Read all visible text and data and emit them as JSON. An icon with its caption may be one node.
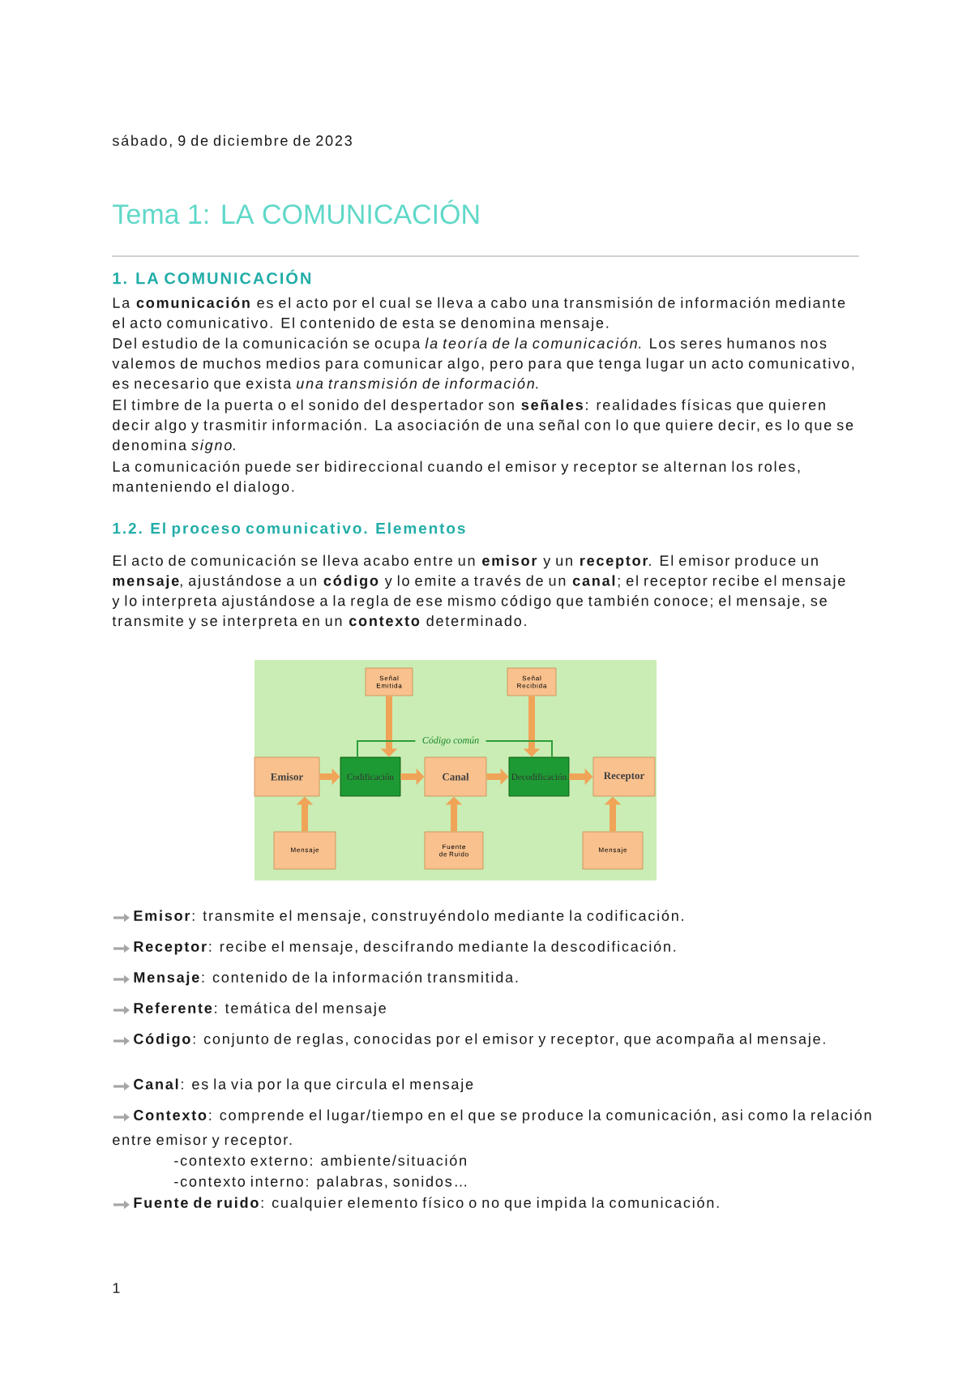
{
  "diagram": {
    "title": "Tema 1: LA COMUNICACIÓN",
    "nodes": [
      {
        "text": [
          "Señal Emitida"
        ]
      },
      {
        "text": [
          "Señal Recibida"
        ]
      },
      {
        "text": [
          "Código común"
        ]
      },
      {
        "text": [
          "Emisor"
        ]
      },
      {
        "text": [
          "Codificación"
        ]
      },
      {
        "text": [
          "Canal"
        ]
      },
      {
        "text": [
          "Decodificación"
        ]
      },
      {
        "text": [
          "Receptor"
        ]
      },
      {
        "text": [
          "Mensaje"
        ]
      },
      {
        "text": [
          "Fuente de Ruido"
        ]
      },
      {
        "text": [
          "Mensaje"
        ]
      }
    ],
    "edges": [
      {
        "from": 3,
        "to": 4,
        "arrow": "to"
      },
      {
        "from": 4,
        "to": 5,
        "arrow": "to"
      },
      {
        "from": 5,
        "to": 6,
        "arrow": "to"
      },
      {
        "from": 6,
        "to": 7,
        "arrow": "to"
      },
      {
        "from": 0,
        "to": 4,
        "arrow": "to"
      },
      {
        "from": 1,
        "to": 6,
        "arrow": "to"
      },
      {
        "from": 8,
        "to": 3,
        "arrow": "to"
      },
      {
        "from": 9,
        "to": 5,
        "arrow": "to"
      },
      {
        "from": 10,
        "to": 7,
        "arrow": "to"
      },
      {
        "from": 4,
        "to": 2,
        "arrow": "none",
        "color": "#2e9e3a"
      },
      {
        "from": 6,
        "to": 2,
        "arrow": "none",
        "color": "#2e9e3a"
      }
    ],
    "labels": [
      "sábado, 9 de diciembre de 2023",
      "1. LA COMUNICACIÓN",
      "La **comunicación** es el acto por el cual se lleva a cabo una transmisión de información mediante el acto comunicativo. El contenido de esta se denomina mensaje.",
      "Del estudio de la comunicación se ocupa *la teoría de la comunicación*. Los seres humanos nos valemos de muchos medios para comunicar algo, pero para que tenga lugar un acto comunicativo, es necesario que exista *una transmisión de información*.",
      "El timbre de la puerta o el sonido del despertador son **señales**: realidades físicas que quieren decir algo y trasmitir información. La asociación de una señal con lo que quiere decir, es lo que se denomina *signo*.",
      "La comunicación puede ser bidireccional cuando el emisor y receptor se alternan los roles, manteniendo el dialogo.",
      "1.2. El proceso comunicativo. Elementos",
      "El acto de comunicación se lleva acabo entre un **emisor** y un **receptor**. El emisor produce un **mensaje**, ajustándose a un **código** y lo emite a través de un **canal**; el receptor recibe el mensaje y lo interpreta ajustándose a la regla de ese mismo código que también conoce; el mensaje, se transmite y se interpreta en un **contexto** determinado.",
      "**Emisor**: transmite el mensaje, construyéndolo mediante la codificación.",
      "**Receptor**: recibe el mensaje, descifrando mediante la descodificación.",
      "**Mensaje**: contenido de la información transmitida.",
      "**Referente**: temática del mensaje",
      "**Código**: conjunto de reglas, conocidas por el emisor y receptor, que acompaña al mensaje.",
      "**Canal**: es la via por la que circula el mensaje",
      "**Contexto**: comprende el lugar/tiempo en el que se produce la comunicación, asi como la relación entre emisor y receptor.",
      "-contexto externo: ambiente/situación",
      "-contexto interno: palabras, sonidos…",
      "**Fuente de ruido**: cualquier elemento físico o no que impida la comunicación.",
      "1"
    ]
  }
}
